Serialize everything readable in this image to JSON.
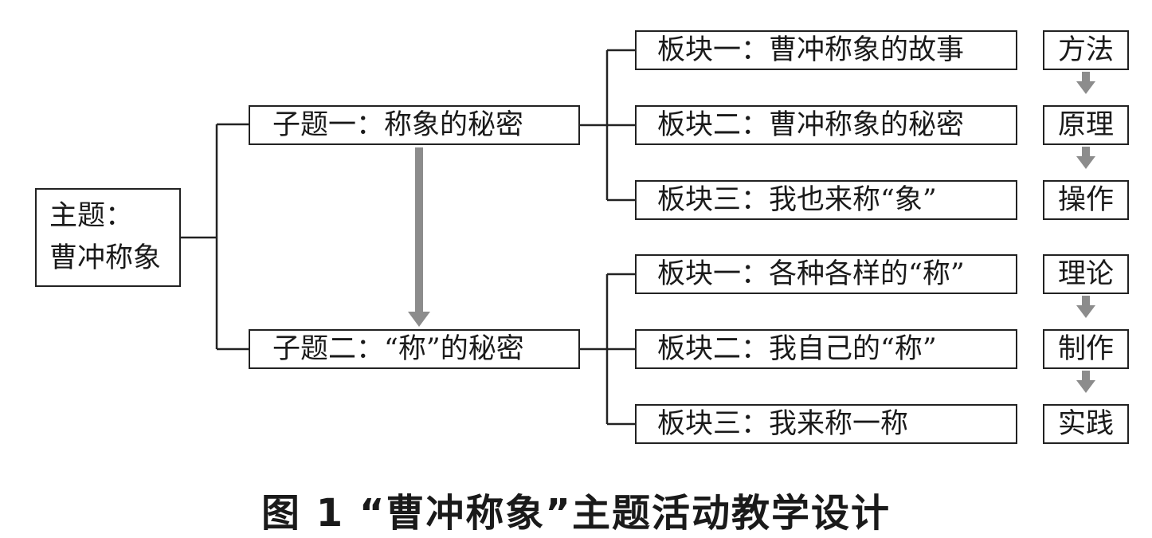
{
  "main_topic": {
    "label": "主题：",
    "value": "曹冲称象"
  },
  "subtopics": [
    {
      "label": "子题一：称象的秘密",
      "modules": [
        "板块一：曹冲称象的故事",
        "板块二：曹冲称象的秘密",
        "板块三：我也来称“象”"
      ],
      "steps": [
        "方法",
        "原理",
        "操作"
      ]
    },
    {
      "label": "子题二：“称”的秘密",
      "modules": [
        "板块一：各种各样的“称”",
        "板块二：我自己的“称”",
        "板块三：我来称一称"
      ],
      "steps": [
        "理论",
        "制作",
        "实践"
      ]
    }
  ],
  "caption": "图 1 “曹冲称象”主题活动教学设计",
  "colors": {
    "line": "#222222",
    "arrow": "#8c8c8c"
  }
}
